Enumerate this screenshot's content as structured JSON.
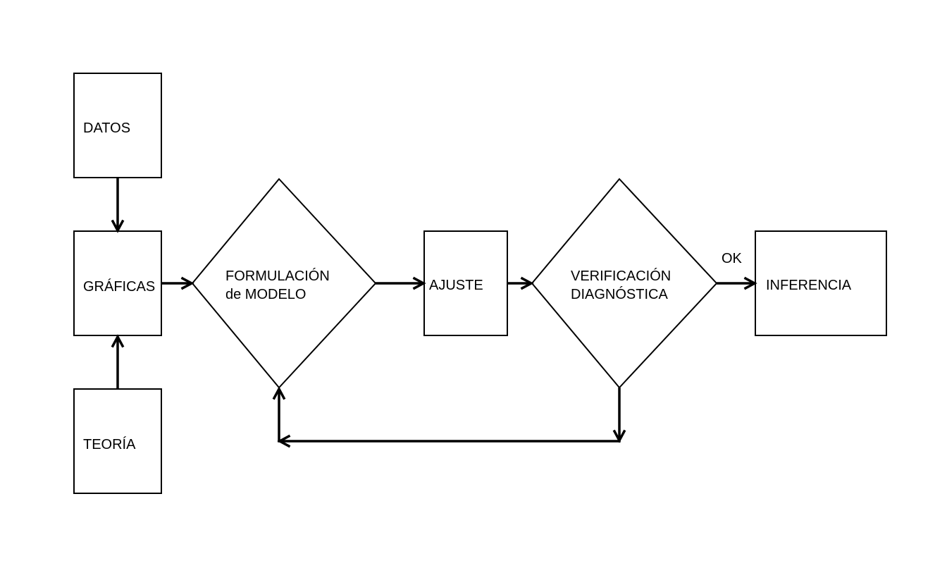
{
  "nodes": {
    "datos": "DATOS",
    "graficas": "GRÁFICAS",
    "teoria": "TEORÍA",
    "formulacion": [
      "FORMULACIÓN",
      "de MODELO"
    ],
    "ajuste": "AJUSTE",
    "verificacion": [
      "VERIFICACIÓN",
      "DIAGNÓSTICA"
    ],
    "inferencia": "INFERENCIA"
  },
  "edges": [
    {
      "from": "datos",
      "to": "graficas"
    },
    {
      "from": "teoria",
      "to": "graficas"
    },
    {
      "from": "graficas",
      "to": "formulacion"
    },
    {
      "from": "formulacion",
      "to": "ajuste"
    },
    {
      "from": "ajuste",
      "to": "verificacion"
    },
    {
      "from": "verificacion",
      "to": "inferencia",
      "label": "OK"
    },
    {
      "from": "verificacion",
      "to": "formulacion"
    }
  ],
  "colors": {
    "stroke": "#000000",
    "background": "#ffffff"
  }
}
